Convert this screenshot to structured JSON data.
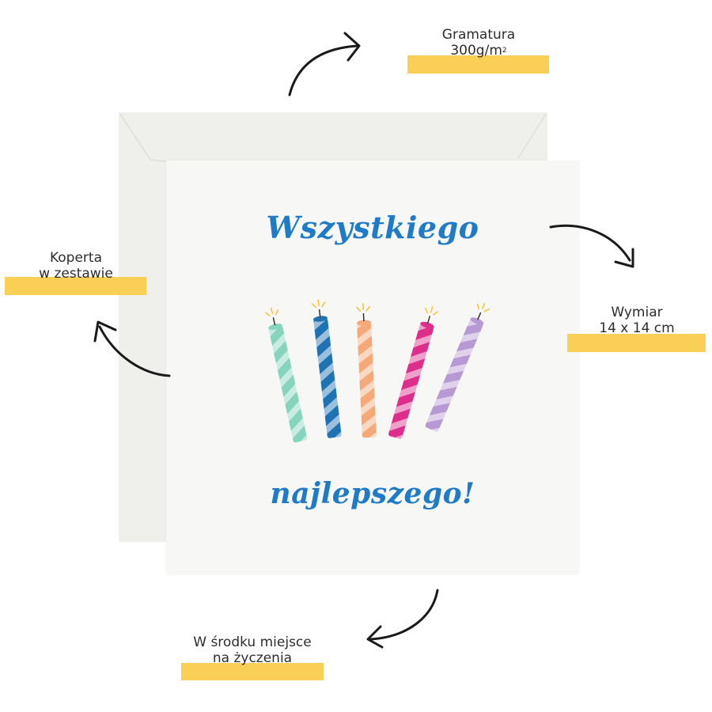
{
  "card": {
    "greeting_line1": "Wszystkiego",
    "greeting_line2": "najlepszego!",
    "candle_colors": [
      "#86d4bd",
      "#1f73b3",
      "#f5a878",
      "#dd2e8b",
      "#b79ad3"
    ]
  },
  "labels": {
    "weight": {
      "line1": "Gramatura",
      "line2": "300g/m",
      "sup": "2"
    },
    "envelope": {
      "line1": "Koperta",
      "line2": "w zestawie"
    },
    "size": {
      "line1": "Wymiar",
      "line2": "14 x 14 cm"
    },
    "inside": {
      "line1": "W środku miejsce",
      "line2": "na życzenia"
    }
  },
  "colors": {
    "highlight": "#f9cf55",
    "greeting_text": "#1f7ac7",
    "envelope": "#efefeb",
    "card": "#f7f8f6",
    "arrow": "#1a1a1a"
  }
}
